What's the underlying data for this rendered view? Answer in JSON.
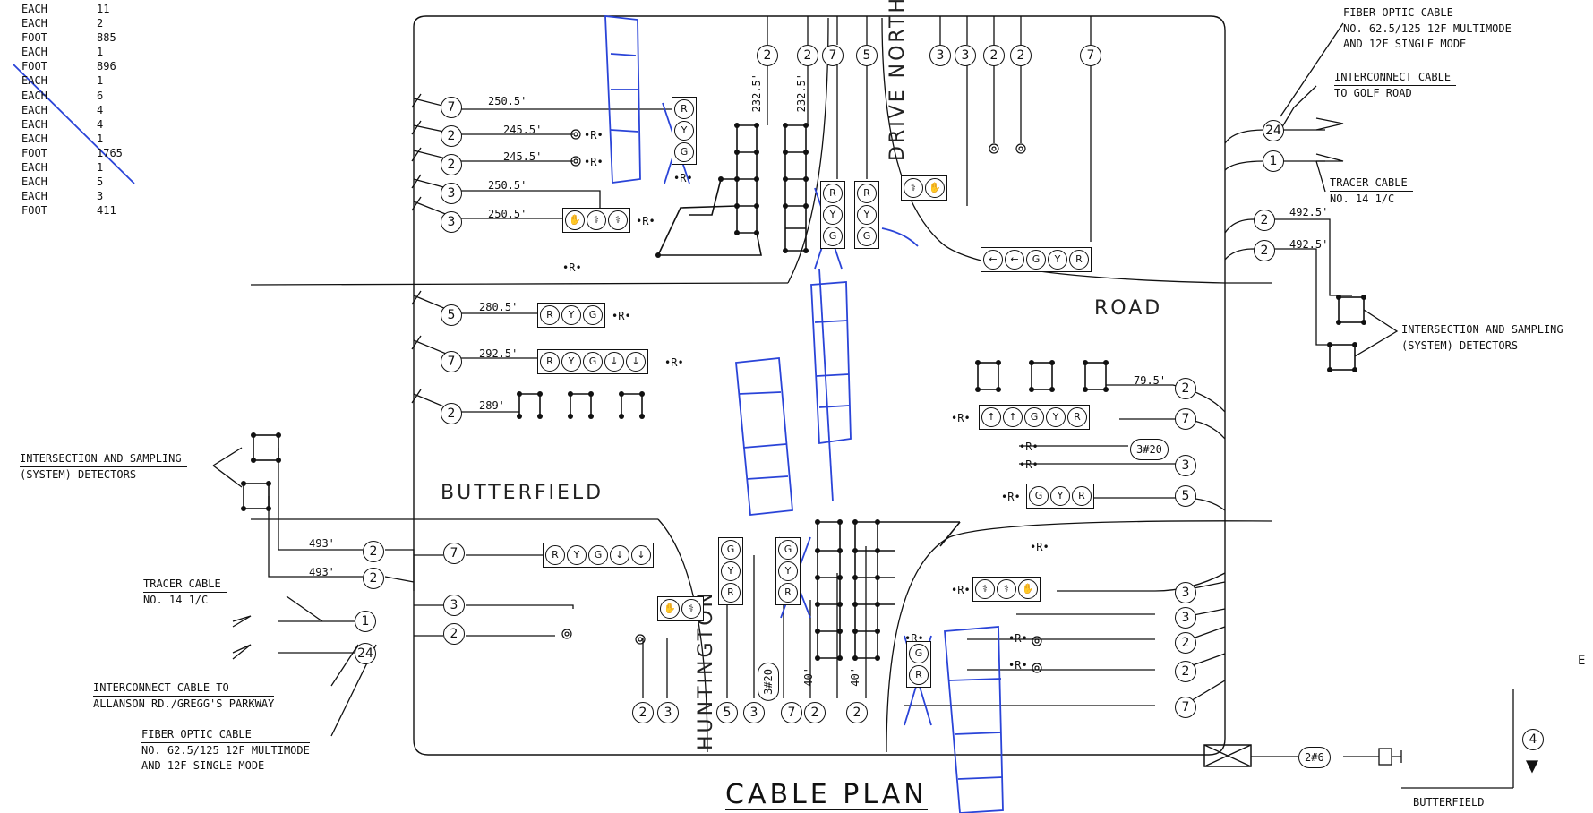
{
  "quantities": [
    {
      "unit": "EACH",
      "qty": "11"
    },
    {
      "unit": "EACH",
      "qty": "2"
    },
    {
      "unit": "FOOT",
      "qty": "885"
    },
    {
      "unit": "EACH",
      "qty": "1"
    },
    {
      "unit": "FOOT",
      "qty": "896"
    },
    {
      "unit": "EACH",
      "qty": "1"
    },
    {
      "unit": "EACH",
      "qty": "6"
    },
    {
      "unit": "EACH",
      "qty": "4"
    },
    {
      "unit": "EACH",
      "qty": "4"
    },
    {
      "unit": "EACH",
      "qty": "1"
    },
    {
      "unit": "FOOT",
      "qty": "1765"
    },
    {
      "unit": "EACH",
      "qty": "1"
    },
    {
      "unit": "EACH",
      "qty": "5"
    },
    {
      "unit": "EACH",
      "qty": "3"
    },
    {
      "unit": "FOOT",
      "qty": "411"
    }
  ],
  "notes": {
    "fiber_ne": {
      "line1": "FIBER OPTIC CABLE",
      "line2": "NO. 62.5/125 12F MULTIMODE",
      "line3": "AND 12F SINGLE MODE"
    },
    "interconnect_ne": {
      "line1": "INTERCONNECT CABLE",
      "line2": "TO GOLF ROAD"
    },
    "tracer_ne": {
      "line1": "TRACER CABLE",
      "line2": "NO. 14 1/C"
    },
    "detectors_e": {
      "line1": "INTERSECTION AND SAMPLING",
      "line2": "(SYSTEM) DETECTORS"
    },
    "detectors_w": {
      "line1": "INTERSECTION AND SAMPLING",
      "line2": "(SYSTEM) DETECTORS"
    },
    "tracer_sw": {
      "line1": "TRACER CABLE",
      "line2": "NO. 14 1/C"
    },
    "interconnect_sw": {
      "line1": "INTERCONNECT CABLE TO",
      "line2": "ALLANSON RD./GREGG'S PARKWAY"
    },
    "fiber_sw": {
      "line1": "FIBER OPTIC CABLE",
      "line2": "NO. 62.5/125 12F MULTIMODE",
      "line3": "AND 12F SINGLE MODE"
    },
    "edge_fragment": "E",
    "butterfield_small": "BUTTERFIELD"
  },
  "streets": {
    "north": "DRIVE NORTH",
    "road": "ROAD",
    "butterfield": "BUTTERFIELD",
    "huntington": "HUNTINGTON"
  },
  "title": "CABLE PLAN",
  "lengths": {
    "l1": "250.5'",
    "l2": "245.5'",
    "l3": "245.5'",
    "l4": "250.5'",
    "l5": "250.5'",
    "l6": "280.5'",
    "l7": "292.5'",
    "l8": "289'",
    "v1": "232.5'",
    "v2": "232.5'",
    "e1": "492.5'",
    "e2": "492.5'",
    "e3": "79.5'",
    "w1": "493'",
    "w2": "493'",
    "s1": "40'",
    "s2": "40'"
  },
  "cables": {
    "nw1": "7",
    "nw2": "2",
    "nw3": "2",
    "nw4": "3",
    "nw5": "3",
    "nw6": "5",
    "nw7": "7",
    "nw8": "2",
    "n1": "2",
    "n2": "2",
    "n3": "7",
    "n4": "5",
    "n5": "3",
    "n6": "3",
    "n7": "2",
    "n8": "2",
    "n9": "7",
    "ne1": "24",
    "ne2": "1",
    "ne3": "2",
    "ne4": "2",
    "e1": "2",
    "e2": "7",
    "e3": "3#20",
    "e4": "3",
    "e5": "5",
    "se1": "3",
    "se2": "3",
    "se3": "2",
    "se4": "2",
    "se5": "7",
    "w1": "2",
    "w2": "2",
    "w3": "1",
    "w4": "24",
    "sw1": "7",
    "sw2": "3",
    "sw3": "2",
    "s1": "2",
    "s2": "3",
    "s3": "5",
    "s4": "3",
    "s5": "3#20",
    "s6": "7",
    "s7": "2",
    "s8": "2",
    "b1": "2#6",
    "dir": "4"
  },
  "r_mark": "•R•",
  "lens": {
    "red": "R",
    "yellow": "Y",
    "green": "G"
  }
}
